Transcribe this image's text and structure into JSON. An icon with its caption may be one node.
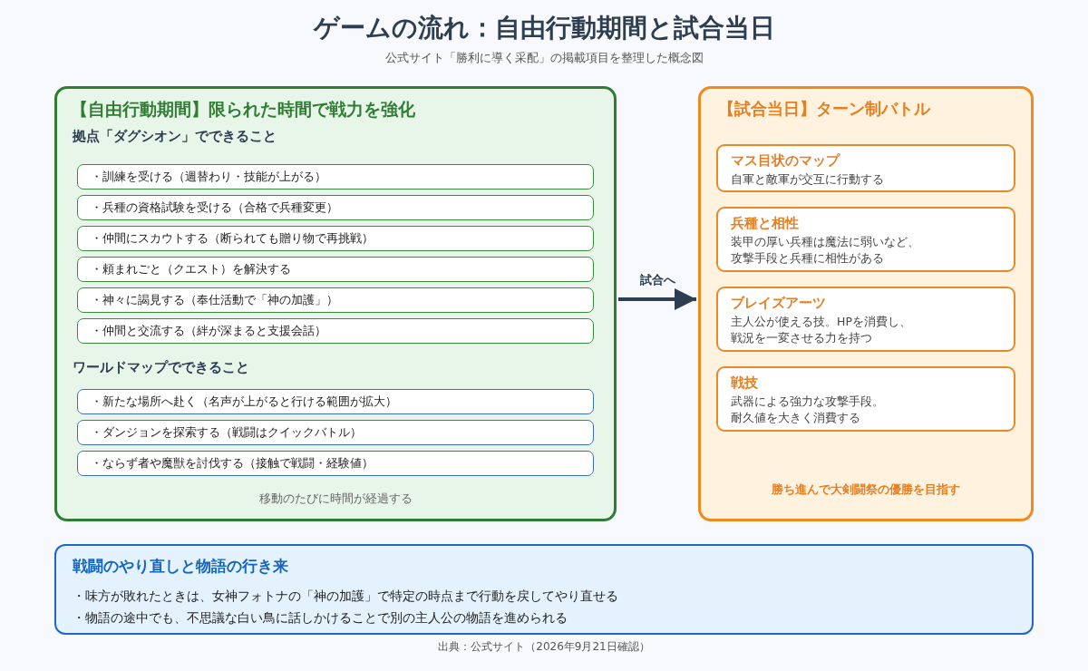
{
  "diagram": {
    "title": "ゲームの流れ：自由行動期間と試合当日",
    "caption": "出典：公式サイト（2026年9月21日確認）",
    "nodes": [
      {
        "text": [
          "【自由行動期間】限られた時間で戦力を強化",
          "拠点「ダグシオン」でできること",
          "ワールドマップでできること",
          "移動のたびに時間が経過する"
        ]
      },
      {
        "text": [
          "・訓練を受ける（週替わり・技能が上がる）"
        ],
        "in": 0
      },
      {
        "text": [
          "・兵種の資格試験を受ける（合格で兵種変更）"
        ],
        "in": 0
      },
      {
        "text": [
          "・仲間にスカウトする（断られても贈り物で再挑戦）"
        ],
        "in": 0
      },
      {
        "text": [
          "・頼まれごと（クエスト）を解決する"
        ],
        "in": 0
      },
      {
        "text": [
          "・神々に謁見する（奉仕活動で「神の加護」）"
        ],
        "in": 0
      },
      {
        "text": [
          "・仲間と交流する（絆が深まると支援会話）"
        ],
        "in": 0
      },
      {
        "text": [
          "・新たな場所へ赴く（名声が上がると行ける範囲が拡大）"
        ],
        "in": 0
      },
      {
        "text": [
          "・ダンジョンを探索する（戦闘はクイックバトル）"
        ],
        "in": 0
      },
      {
        "text": [
          "・ならず者や魔獣を討伐する（接触で戦闘・経験値）"
        ],
        "in": 0
      },
      {
        "text": [
          "【試合当日】ターン制バトル",
          "勝ち進んで大剣闘祭の優勝を目指す"
        ]
      },
      {
        "text": [
          "マス目状のマップ",
          "自軍と敵軍が交互に行動する"
        ],
        "in": 10
      },
      {
        "text": [
          "兵種と相性",
          "装甲の厚い兵種は魔法に弱いなど、攻撃手段と兵種に相性がある"
        ],
        "in": 10
      },
      {
        "text": [
          "ブレイズアーツ",
          "主人公が使える技。HPを消費し、戦況を一変させる力を持つ"
        ],
        "in": 10
      },
      {
        "text": [
          "戦技",
          "武器による強力な攻撃手段。耐久値を大きく消費する"
        ],
        "in": 10
      },
      {
        "text": [
          "戦闘のやり直しと物語の行き来",
          "・味方が敗れたときは、女神フォトナの「神の加護」で特定の時点まで行動を戻してやり直せる",
          "・物語の途中でも、不思議な白い鳥に話しかけることで別の主人公の物語を進められる"
        ]
      }
    ],
    "edges": [
      {
        "from": 0,
        "to": 10,
        "arrow": "to",
        "label": "試合へ"
      }
    ],
    "labels": [
      "公式サイト「勝利に導く采配」の掲載項目を整理した概念図"
    ]
  }
}
